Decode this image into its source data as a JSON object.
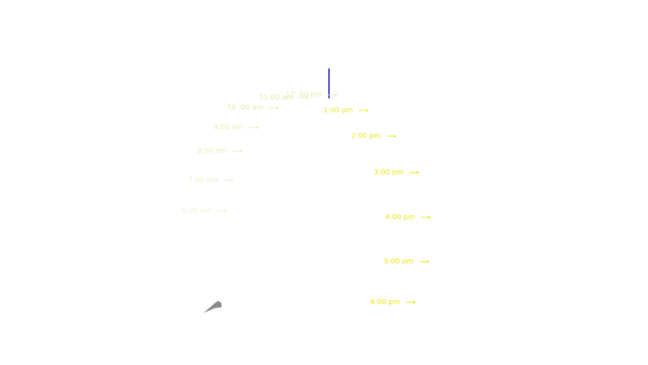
{
  "diagram": {
    "hours": [
      {
        "label": "6:00 am",
        "color": "#eef2d2"
      },
      {
        "label": "7:00 am",
        "color": "#eaf0c4"
      },
      {
        "label": "8:00 am",
        "color": "#e6edb8"
      },
      {
        "label": "9:00 am",
        "color": "#e4ecb0"
      },
      {
        "label": "10 :00 am",
        "color": "#e2eba8"
      },
      {
        "label": "11:00 am",
        "color": "#e0e9a2"
      },
      {
        "label": "12: 00 pm",
        "color": "#e4eca8"
      },
      {
        "label": "1:00 pm",
        "color": "#e8e830"
      },
      {
        "label": "2:00 pm",
        "color": "#e8e820"
      },
      {
        "label": "3:00 pm",
        "color": "#e6e400"
      },
      {
        "label": "4:00 pm",
        "color": "#e8e610"
      },
      {
        "label": "5:00 pm",
        "color": "#e6e400"
      },
      {
        "label": "6:00 pm",
        "color": "#e6e400"
      }
    ],
    "noon_marker_color": "#2a2acc",
    "shadow_color": "#8a8a8a"
  }
}
